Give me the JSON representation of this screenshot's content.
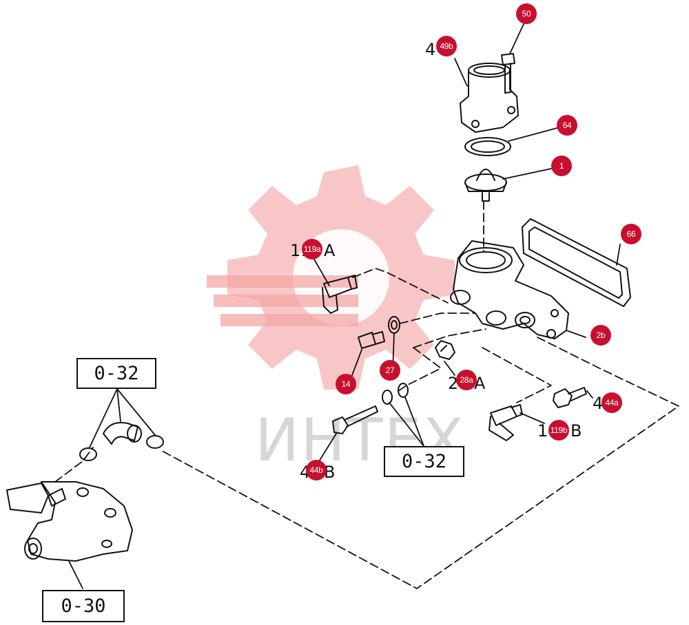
{
  "watermark": {
    "text": "ИНТЕХ",
    "color": "#f4a7a7"
  },
  "ref_boxes": {
    "top": "0-32",
    "mid": "0-32",
    "bottom": "0-30"
  },
  "part_labels": {
    "l119a": "11",
    "l119a_tail": "A",
    "l49b": "4",
    "l28a": "28",
    "l28a_tail": "A",
    "l44a": "4",
    "l119b": "11",
    "l119b_tail": "B",
    "l44b": "4",
    "l44b_tail": "B"
  },
  "callouts": [
    {
      "id": "50",
      "text": "50"
    },
    {
      "id": "49b",
      "text": "49b"
    },
    {
      "id": "64",
      "text": "64"
    },
    {
      "id": "1",
      "text": "1"
    },
    {
      "id": "66",
      "text": "66"
    },
    {
      "id": "119a",
      "text": "119a"
    },
    {
      "id": "2b",
      "text": "2b"
    },
    {
      "id": "14",
      "text": "14"
    },
    {
      "id": "27",
      "text": "27"
    },
    {
      "id": "28a",
      "text": "28a"
    },
    {
      "id": "44a",
      "text": "44a"
    },
    {
      "id": "119b",
      "text": "119b"
    },
    {
      "id": "44b",
      "text": "44b"
    }
  ],
  "colors": {
    "callout": "#c8102e",
    "line": "#111111"
  }
}
